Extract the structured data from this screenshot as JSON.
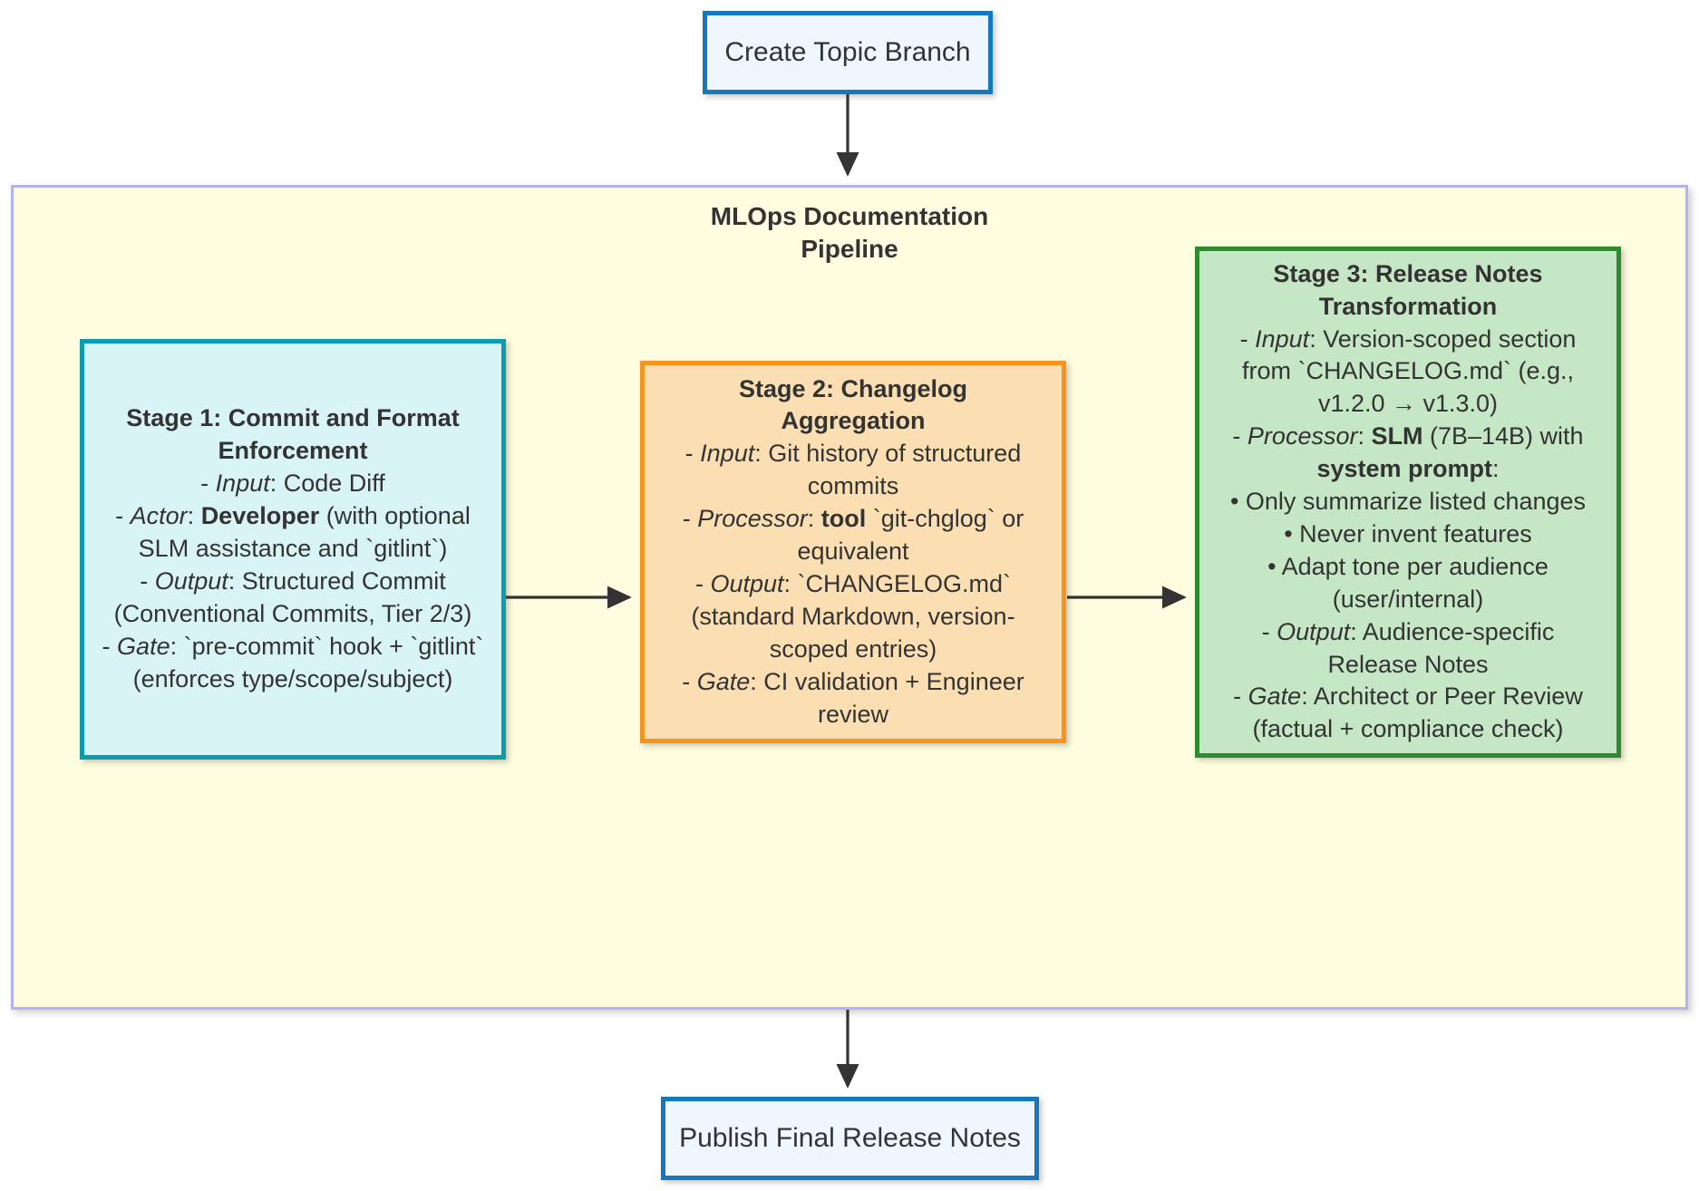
{
  "diagram": {
    "title": "MLOps Documentation Pipeline",
    "type": "flowchart",
    "colors": {
      "terminal_fill": "#eff6fd",
      "terminal_stroke": "#1578bb",
      "subgraph_fill": "#fffddf",
      "subgraph_stroke": "#b3b3ef",
      "stage1_fill": "#d9f4f7",
      "stage1_stroke": "#0c9cb2",
      "stage2_fill": "#fbdfb2",
      "stage2_stroke": "#f7941e",
      "stage3_fill": "#c5e7c5",
      "stage3_stroke": "#2e8b32",
      "edge_stroke": "#333333",
      "text": "#333333"
    }
  },
  "nodes": {
    "create_topic_branch": {
      "label": "Create Topic Branch"
    },
    "publish_release_notes": {
      "label": "Publish Final Release Notes"
    }
  },
  "subgraph": {
    "title_lines": [
      "MLOps Documentation",
      "Pipeline"
    ]
  },
  "stages": [
    {
      "id": "stage-1",
      "header_lines": [
        "Stage 1: Commit and Format",
        "Enforcement"
      ],
      "lines": [
        "- Input: Code Diff",
        "- Actor: Developer (with optional SLM assistance and `gitlint`)",
        "- Output: Structured Commit (Conventional Commits, Tier 2/3)",
        "- Gate: `pre-commit` hook + `gitlint` (enforces type/scope/subject)"
      ]
    },
    {
      "id": "stage-2",
      "header_lines": [
        "Stage 2: Changelog",
        "Aggregation"
      ],
      "lines": [
        "- Input: Git history of structured commits",
        "- Processor: tool `git-chglog` or equivalent",
        "- Output: `CHANGELOG.md` (standard Markdown, version-scoped entries)",
        "- Gate: CI validation + Engineer review"
      ]
    },
    {
      "id": "stage-3",
      "header_lines": [
        "Stage 3: Release Notes",
        "Transformation"
      ],
      "lines": [
        "- Input: Version-scoped section from `CHANGELOG.md` (e.g., v1.2.0 → v1.3.0)",
        "- Processor: SLM (7B–14B) with system prompt:",
        "• Only summarize listed changes",
        "• Never invent features",
        "• Adapt tone per audience (user/internal)",
        "- Output: Audience-specific Release Notes",
        "- Gate: Architect or Peer Review (factual + compliance check)"
      ]
    }
  ],
  "edges": [
    {
      "from": "create_topic_branch",
      "to": "subgraph_pipeline",
      "direction": "down"
    },
    {
      "from": "stage-1",
      "to": "stage-2",
      "direction": "right"
    },
    {
      "from": "stage-2",
      "to": "stage-3",
      "direction": "right"
    },
    {
      "from": "subgraph_pipeline",
      "to": "publish_release_notes",
      "direction": "down"
    }
  ]
}
